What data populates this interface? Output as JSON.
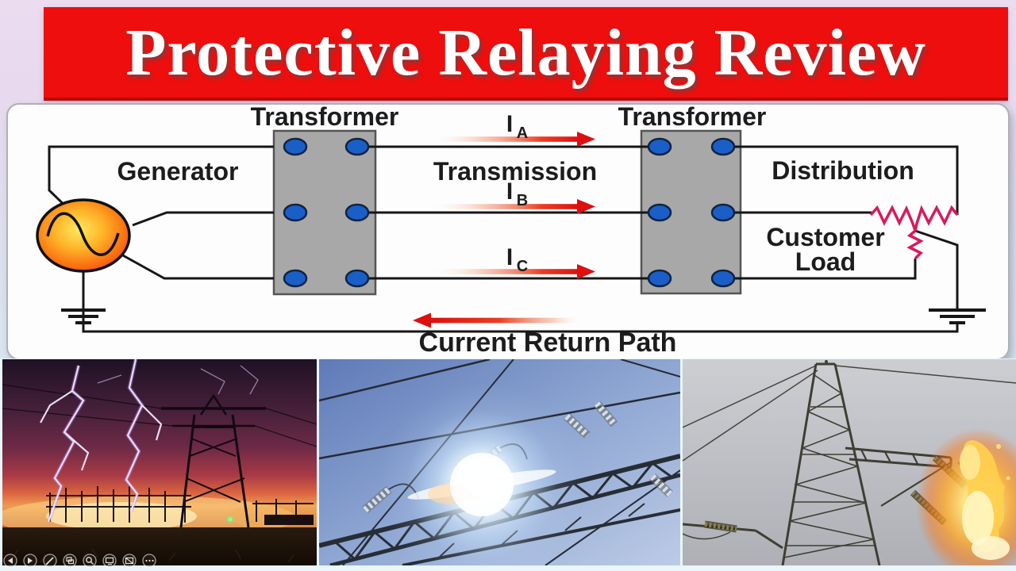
{
  "title": {
    "text": "Protective Relaying Review",
    "bg_color": "#ee0e0e",
    "text_color": "#ffffff"
  },
  "diagram": {
    "transformer_left_label": "Transformer",
    "transformer_right_label": "Transformer",
    "generator_label": "Generator",
    "transmission_label": "Transmission",
    "distribution_label": "Distribution",
    "customer_load_line1": "Customer",
    "customer_load_line2": "Load",
    "return_path_label": "Current Return Path",
    "currents": [
      {
        "base": "I",
        "sub": "A"
      },
      {
        "base": "I",
        "sub": "B"
      },
      {
        "base": "I",
        "sub": "C"
      }
    ],
    "colors": {
      "wire_black": "#161616",
      "terminal_blue": "#1a5fc8",
      "transformer_gray": "#a8a8a8",
      "arrow_red": "#dd0f0f",
      "load_pink": "#d81a5c",
      "panel_white": "#fdfdfd"
    }
  },
  "toolbar": {
    "icons": [
      "previous-slide",
      "next-slide",
      "pen",
      "see-all-slides",
      "zoom",
      "presenter-display",
      "black-screen",
      "more-options"
    ]
  },
  "photos": [
    {
      "name": "lightning-storm-over-substation"
    },
    {
      "name": "arc-flash-on-transmission-line"
    },
    {
      "name": "insulator-fire-on-transmission-tower"
    }
  ]
}
